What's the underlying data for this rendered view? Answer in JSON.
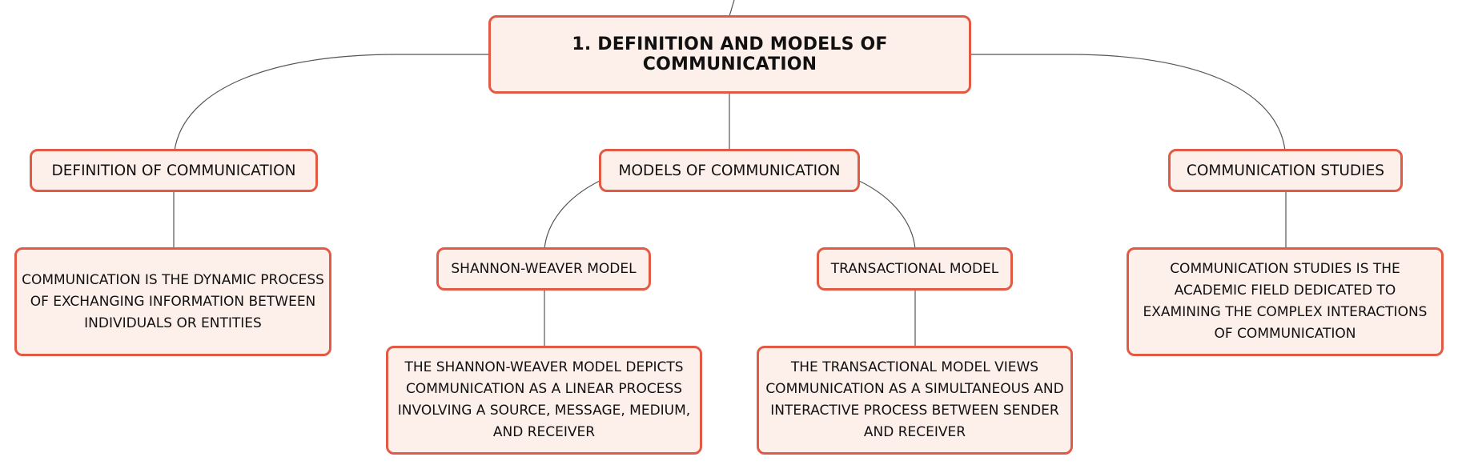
{
  "mindmap": {
    "root": {
      "label": "1. DEFINITION AND MODELS OF COMMUNICATION"
    },
    "definition": {
      "label": "DEFINITION OF COMMUNICATION",
      "detail": "COMMUNICATION IS THE DYNAMIC PROCESS OF EXCHANGING INFORMATION BETWEEN INDIVIDUALS OR ENTITIES"
    },
    "models": {
      "label": "MODELS OF COMMUNICATION",
      "shannon_weaver": {
        "label": "SHANNON-WEAVER MODEL",
        "detail": "THE SHANNON-WEAVER MODEL DEPICTS COMMUNICATION AS A LINEAR PROCESS INVOLVING A SOURCE, MESSAGE, MEDIUM, AND RECEIVER"
      },
      "transactional": {
        "label": "TRANSACTIONAL MODEL",
        "detail": "THE TRANSACTIONAL MODEL VIEWS COMMUNICATION AS A SIMULTANEOUS AND INTERACTIVE PROCESS BETWEEN SENDER AND RECEIVER"
      }
    },
    "studies": {
      "label": "COMMUNICATION STUDIES",
      "detail": "COMMUNICATION STUDIES IS THE ACADEMIC FIELD DEDICATED TO EXAMINING THE COMPLEX INTERACTIONS OF COMMUNICATION"
    }
  },
  "colors": {
    "node_fill": "#fdefea",
    "node_border": "#e35a44",
    "connector": "#555555",
    "text": "#111111"
  }
}
